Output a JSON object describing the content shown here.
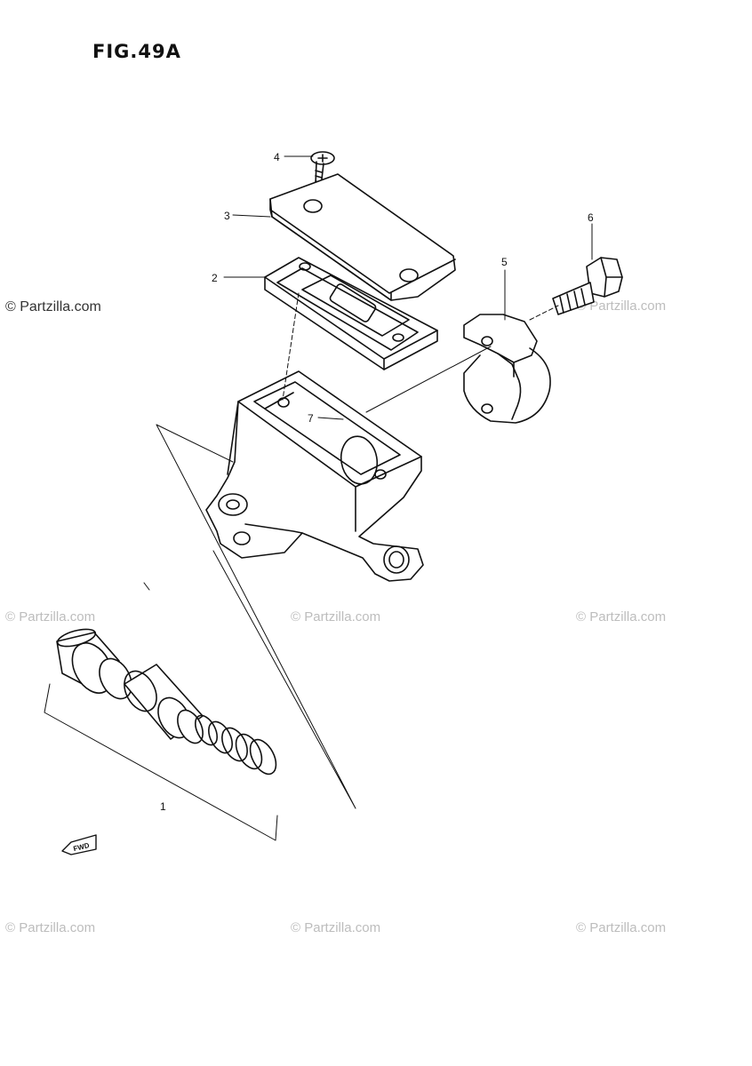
{
  "figure": {
    "title": "FIG.49A"
  },
  "watermarks": {
    "main": "© Partzilla.com",
    "repeat": "© Partzilla.com"
  },
  "callouts": [
    {
      "id": "c1",
      "label": "1"
    },
    {
      "id": "c2",
      "label": "2"
    },
    {
      "id": "c3",
      "label": "3"
    },
    {
      "id": "c4",
      "label": "4"
    },
    {
      "id": "c5",
      "label": "5"
    },
    {
      "id": "c6",
      "label": "6"
    },
    {
      "id": "c7",
      "label": "7"
    }
  ],
  "direction_marker": {
    "label": "FWD"
  },
  "colors": {
    "line": "#111111",
    "watermark": "#bdbdbd"
  }
}
